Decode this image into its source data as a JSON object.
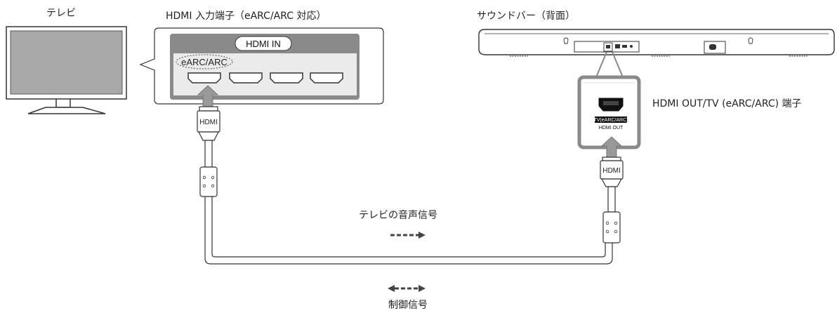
{
  "labels": {
    "tv": "テレビ",
    "hdmi_input": "HDMI 入力端子（eARC/ARC 対応）",
    "soundbar": "サウンドバー（背面）",
    "hdmi_in": "HDMI IN",
    "earc_arc": "eARC/ARC",
    "hdmi_out_port": "HDMI OUT/TV (eARC/ARC) 端子",
    "plug_tv": "HDMI",
    "plug_bar": "HDMI",
    "port_label_1": "TV(eARC/ARC)",
    "port_label_2": "HDMI OUT",
    "audio_signal": "テレビの音声信号",
    "control_signal": "制御信号"
  },
  "colors": {
    "line": "#333333",
    "panel_gray": "#888888",
    "port_fill": "#e6e6e6",
    "screen": "#a9a9a9",
    "frame": "#9a9a9a",
    "arrow": "#444444"
  }
}
